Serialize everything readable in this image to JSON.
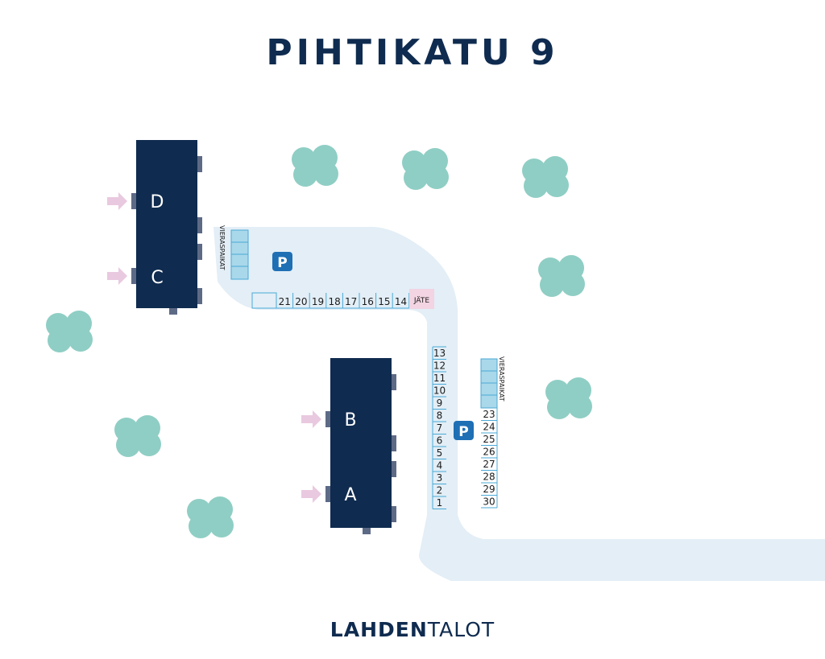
{
  "title": "PIHTIKATU 9",
  "logo": {
    "bold": "LAHDEN",
    "light": "TALOT"
  },
  "colors": {
    "building": "#0f2b4f",
    "road": "#e3eef6",
    "tree": "#8fcec4",
    "parking_line": "#4aa9d6",
    "guest_fill": "#a9d8ea",
    "waste_fill": "#f2d4e2",
    "arrow": "#e9c9e0",
    "parking_sign": "#1f6fb5",
    "door": "#5d6a86"
  },
  "buildings": [
    {
      "id": "D",
      "label": "D",
      "entrance_arrow": true
    },
    {
      "id": "C",
      "label": "C",
      "entrance_arrow": true
    },
    {
      "id": "B",
      "label": "B",
      "entrance_arrow": true
    },
    {
      "id": "A",
      "label": "A",
      "entrance_arrow": true
    }
  ],
  "parking": {
    "sign_label": "P",
    "guest_label": "VIERASPAIKAT",
    "waste_label": "JÄTE",
    "top_row": [
      "21",
      "20",
      "19",
      "18",
      "17",
      "16",
      "15",
      "14"
    ],
    "left_column": [
      "13",
      "12",
      "11",
      "10",
      "9",
      "8",
      "7",
      "6",
      "5",
      "4",
      "3",
      "2",
      "1"
    ],
    "right_column": [
      "23",
      "24",
      "25",
      "26",
      "27",
      "28",
      "29",
      "30"
    ]
  }
}
